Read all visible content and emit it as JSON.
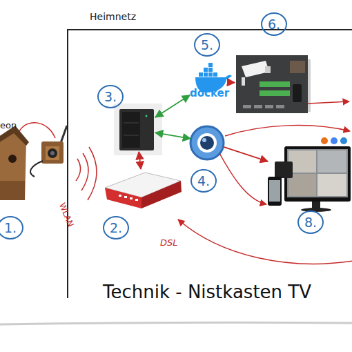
{
  "diagram": {
    "title": "Technik - Nistkasten TV",
    "nodes": [
      {
        "text": [
          "Heimnetz"
        ]
      },
      {
        "text": [
          "1."
        ]
      },
      {
        "text": [
          "2."
        ],
        "in": 0
      },
      {
        "text": [
          "3."
        ],
        "in": 0
      },
      {
        "text": [
          "4."
        ],
        "in": 0
      },
      {
        "text": [
          "5.",
          "docker"
        ],
        "in": 0
      },
      {
        "text": [
          "6."
        ],
        "in": 0
      },
      {
        "text": [
          "8."
        ],
        "in": 0
      }
    ],
    "edges": [
      {
        "from": 3,
        "to": 2,
        "arrow": "both"
      },
      {
        "from": 3,
        "to": 5,
        "arrow": "both"
      },
      {
        "from": 3,
        "to": 4,
        "arrow": "both"
      },
      {
        "from": 5,
        "to": 6,
        "arrow": "to"
      },
      {
        "from": 4,
        "to": 7,
        "arrow": "to"
      }
    ],
    "labels": [
      "eon",
      "WLAN",
      "DSL"
    ]
  }
}
